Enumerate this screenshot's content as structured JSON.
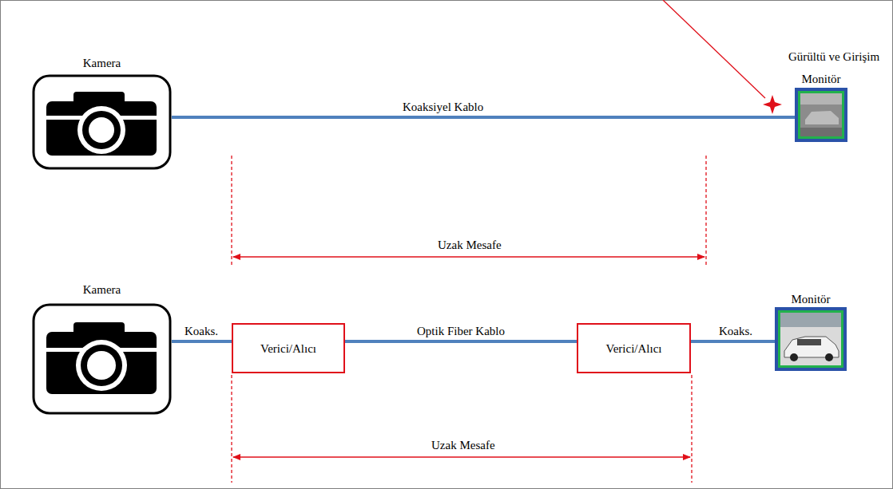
{
  "diagram": {
    "nodes": [
      {
        "text": [
          "Kamera"
        ]
      },
      {
        "text": [
          "Monitör"
        ]
      },
      {
        "text": [
          "Kamera"
        ]
      },
      {
        "text": [
          "Verici/Alıcı"
        ]
      },
      {
        "text": [
          "Verici/Alıcı"
        ]
      },
      {
        "text": [
          "Monitör"
        ]
      }
    ],
    "edges": [
      {
        "from": 0,
        "to": 1,
        "arrow": "none",
        "label": "Koaksiyel Kablo"
      },
      {
        "from": 2,
        "to": 3,
        "arrow": "none",
        "label": "Koaks."
      },
      {
        "from": 3,
        "to": 4,
        "arrow": "none",
        "label": "Optik Fiber Kablo"
      },
      {
        "from": 4,
        "to": 5,
        "arrow": "none",
        "label": "Koaks."
      }
    ],
    "labels": [
      "Gürültü ve Girişim",
      "Uzak Mesafe",
      "Uzak Mesafe"
    ]
  }
}
